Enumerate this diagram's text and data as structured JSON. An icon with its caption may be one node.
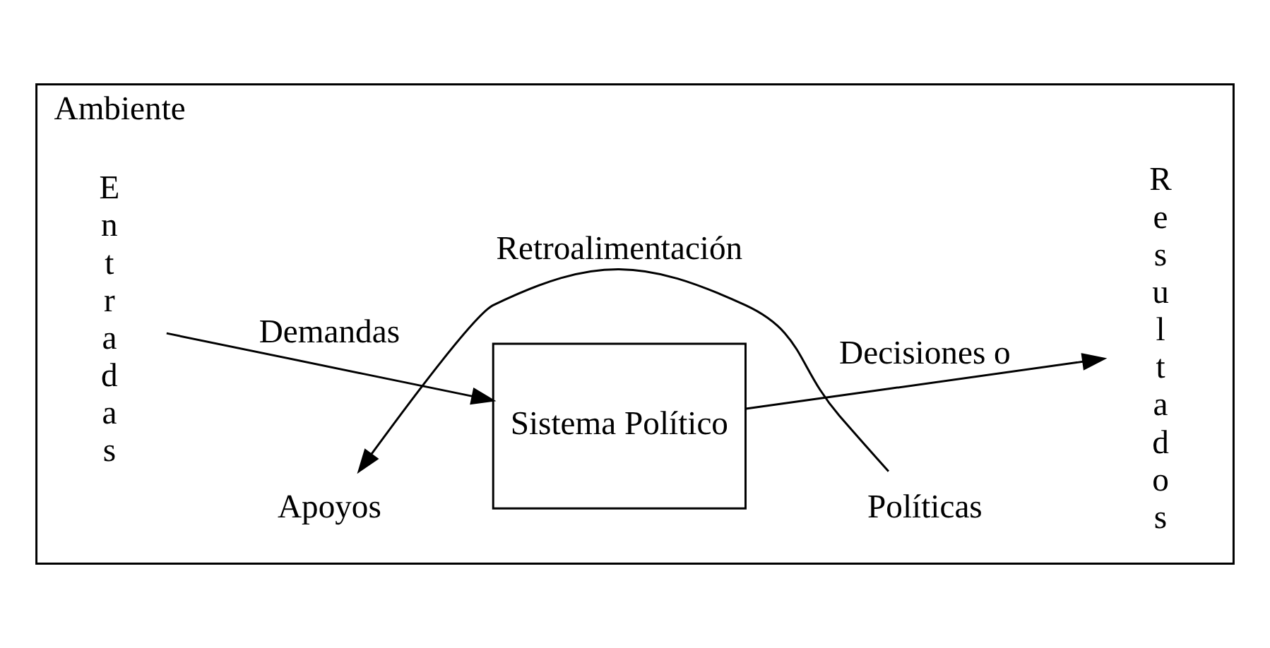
{
  "diagram": {
    "nodes": [
      {
        "text": [
          "Ambiente"
        ]
      },
      {
        "text": [
          "Entradas"
        ],
        "in": 0
      },
      {
        "text": [
          "Apoyos"
        ],
        "in": 0
      },
      {
        "text": [
          "Sistema Político"
        ],
        "in": 0
      },
      {
        "text": [
          "Políticas"
        ],
        "in": 0
      },
      {
        "text": [
          "Resultados"
        ],
        "in": 0
      }
    ],
    "edges": [
      {
        "from": 1,
        "to": 3,
        "arrow": "to",
        "label": "Demandas"
      },
      {
        "from": 3,
        "to": 5,
        "arrow": "to",
        "label": "Decisiones o"
      },
      {
        "from": 4,
        "to": 2,
        "arrow": "to",
        "label": "Retroalimentación"
      }
    ]
  }
}
